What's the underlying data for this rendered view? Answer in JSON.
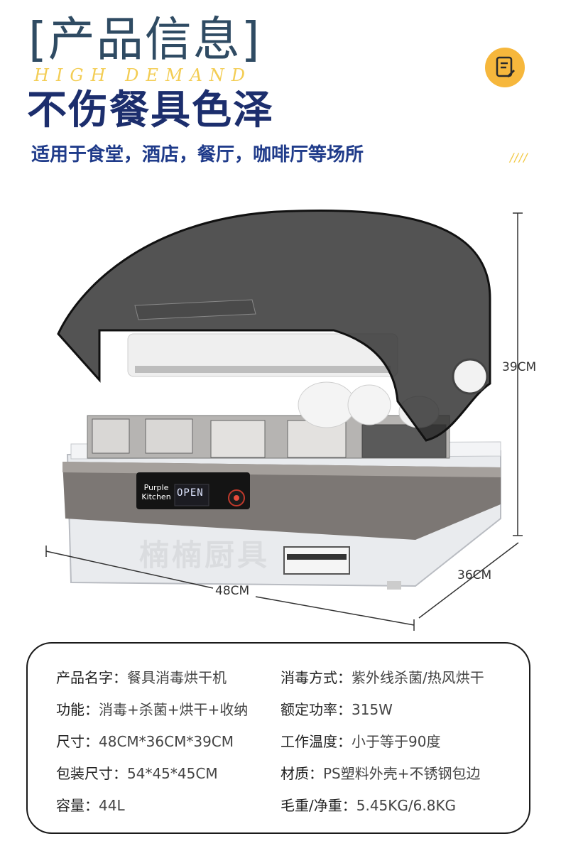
{
  "header": {
    "title": "[产品信息]",
    "subtitle": "HIGH DEMAND",
    "headline": "不伤餐具色泽",
    "tagline": "适用于食堂，酒店，餐厅，咖啡厅等场所"
  },
  "decor": {
    "dots": "////"
  },
  "product": {
    "brand_label": "Purple Kitchen",
    "display": "OPEN",
    "watermark": "楠楠厨具"
  },
  "dimensions": {
    "height": "39CM",
    "width": "48CM",
    "depth": "36CM"
  },
  "specs": {
    "left": [
      {
        "k": "产品名字：",
        "v": "餐具消毒烘干机"
      },
      {
        "k": "功能：",
        "v": "消毒+杀菌+烘干+收纳"
      },
      {
        "k": "尺寸：",
        "v": "48CM*36CM*39CM"
      },
      {
        "k": "包装尺寸：",
        "v": "54*45*45CM"
      },
      {
        "k": "容量：",
        "v": "44L"
      }
    ],
    "right": [
      {
        "k": "消毒方式：",
        "v": "紫外线杀菌/热风烘干"
      },
      {
        "k": "额定功率：",
        "v": "315W"
      },
      {
        "k": "工作温度：",
        "v": "小于等于90度"
      },
      {
        "k": "材质：",
        "v": "PS塑料外壳+不锈钢包边"
      },
      {
        "k": "毛重/净重：",
        "v": "5.45KG/6.8KG"
      }
    ]
  },
  "colors": {
    "title": "#2f4b63",
    "headline": "#1c2e6d",
    "tagline": "#1f3b8a",
    "accent": "#f6b73c"
  },
  "icons": {
    "note": "note-icon"
  }
}
